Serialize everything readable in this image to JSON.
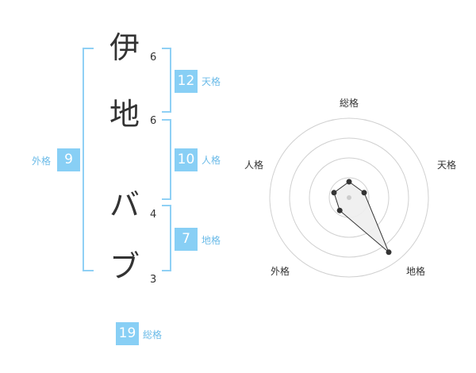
{
  "name": {
    "characters": [
      {
        "char": "伊",
        "strokes": "6"
      },
      {
        "char": "地",
        "strokes": "6"
      },
      {
        "char": "バ",
        "strokes": "4"
      },
      {
        "char": "ブ",
        "strokes": "3"
      }
    ]
  },
  "results": {
    "tenkaku": {
      "value": "12",
      "label": "天格"
    },
    "jinkaku": {
      "value": "10",
      "label": "人格"
    },
    "chikaku": {
      "value": "7",
      "label": "地格"
    },
    "gaikaku": {
      "value": "9",
      "label": "外格"
    },
    "soukaku": {
      "value": "19",
      "label": "総格"
    }
  },
  "radar": {
    "labels": {
      "soukaku": "総格",
      "tenkaku": "天格",
      "chikaku": "地格",
      "gaikaku": "外格",
      "jinkaku": "人格"
    },
    "rings": 4,
    "max": 100,
    "values": {
      "soukaku": 20,
      "tenkaku": 20,
      "chikaku": 85,
      "gaikaku": 20,
      "jinkaku": 20
    },
    "colors": {
      "ring": "#d0d0d0",
      "fill": "#eeeeee",
      "line": "#333333",
      "dot": "#333333",
      "center": "#cccccc"
    }
  }
}
